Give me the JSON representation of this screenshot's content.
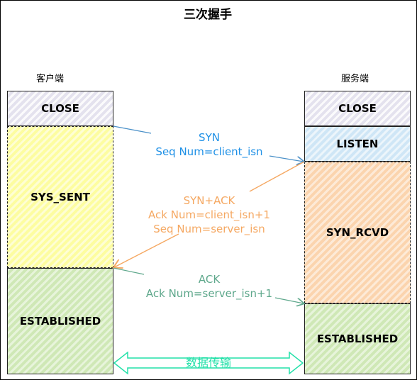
{
  "title": "三次握手",
  "client": {
    "label": "客户端",
    "states": [
      "CLOSE",
      "SYS_SENT",
      "ESTABLISHED"
    ]
  },
  "server": {
    "label": "服务端",
    "states": [
      "CLOSE",
      "LISTEN",
      "SYN_RCVD",
      "ESTABLISHED"
    ]
  },
  "messages": {
    "syn": {
      "lines": [
        "SYN",
        "Seq Num=client_isn"
      ],
      "color": "#1e90e6"
    },
    "synack": {
      "lines": [
        "SYN+ACK",
        "Ack Num=client_isn+1",
        "Seq Num=server_isn"
      ],
      "color": "#f5a862"
    },
    "ack": {
      "lines": [
        "ACK",
        "Ack Num=server_isn+1"
      ],
      "color": "#5fa88c"
    }
  },
  "data_transfer": {
    "label": "数据传输",
    "color": "#22e0a8"
  }
}
